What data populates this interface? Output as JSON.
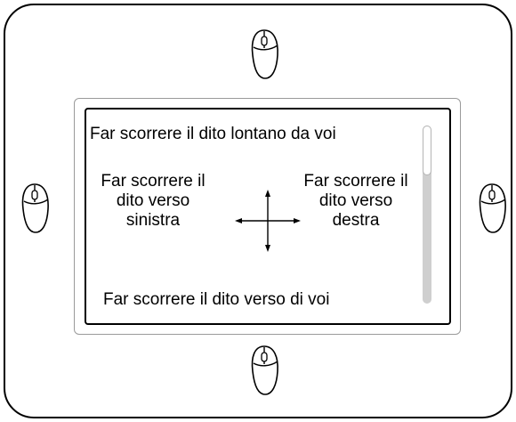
{
  "instructions": {
    "away": "Far scorrere il dito lontano da voi",
    "toward": "Far scorrere il dito verso di voi",
    "left": "Far scorrere il dito verso sinistra",
    "right": "Far scorrere il dito verso destra"
  },
  "icons": {
    "mouse": "mouse-icon",
    "arrows": "four-way-arrow-icon"
  },
  "colors": {
    "stroke": "#000000",
    "scrollbar_track": "#cfcfcf",
    "panel_border": "#9a9a9a"
  }
}
